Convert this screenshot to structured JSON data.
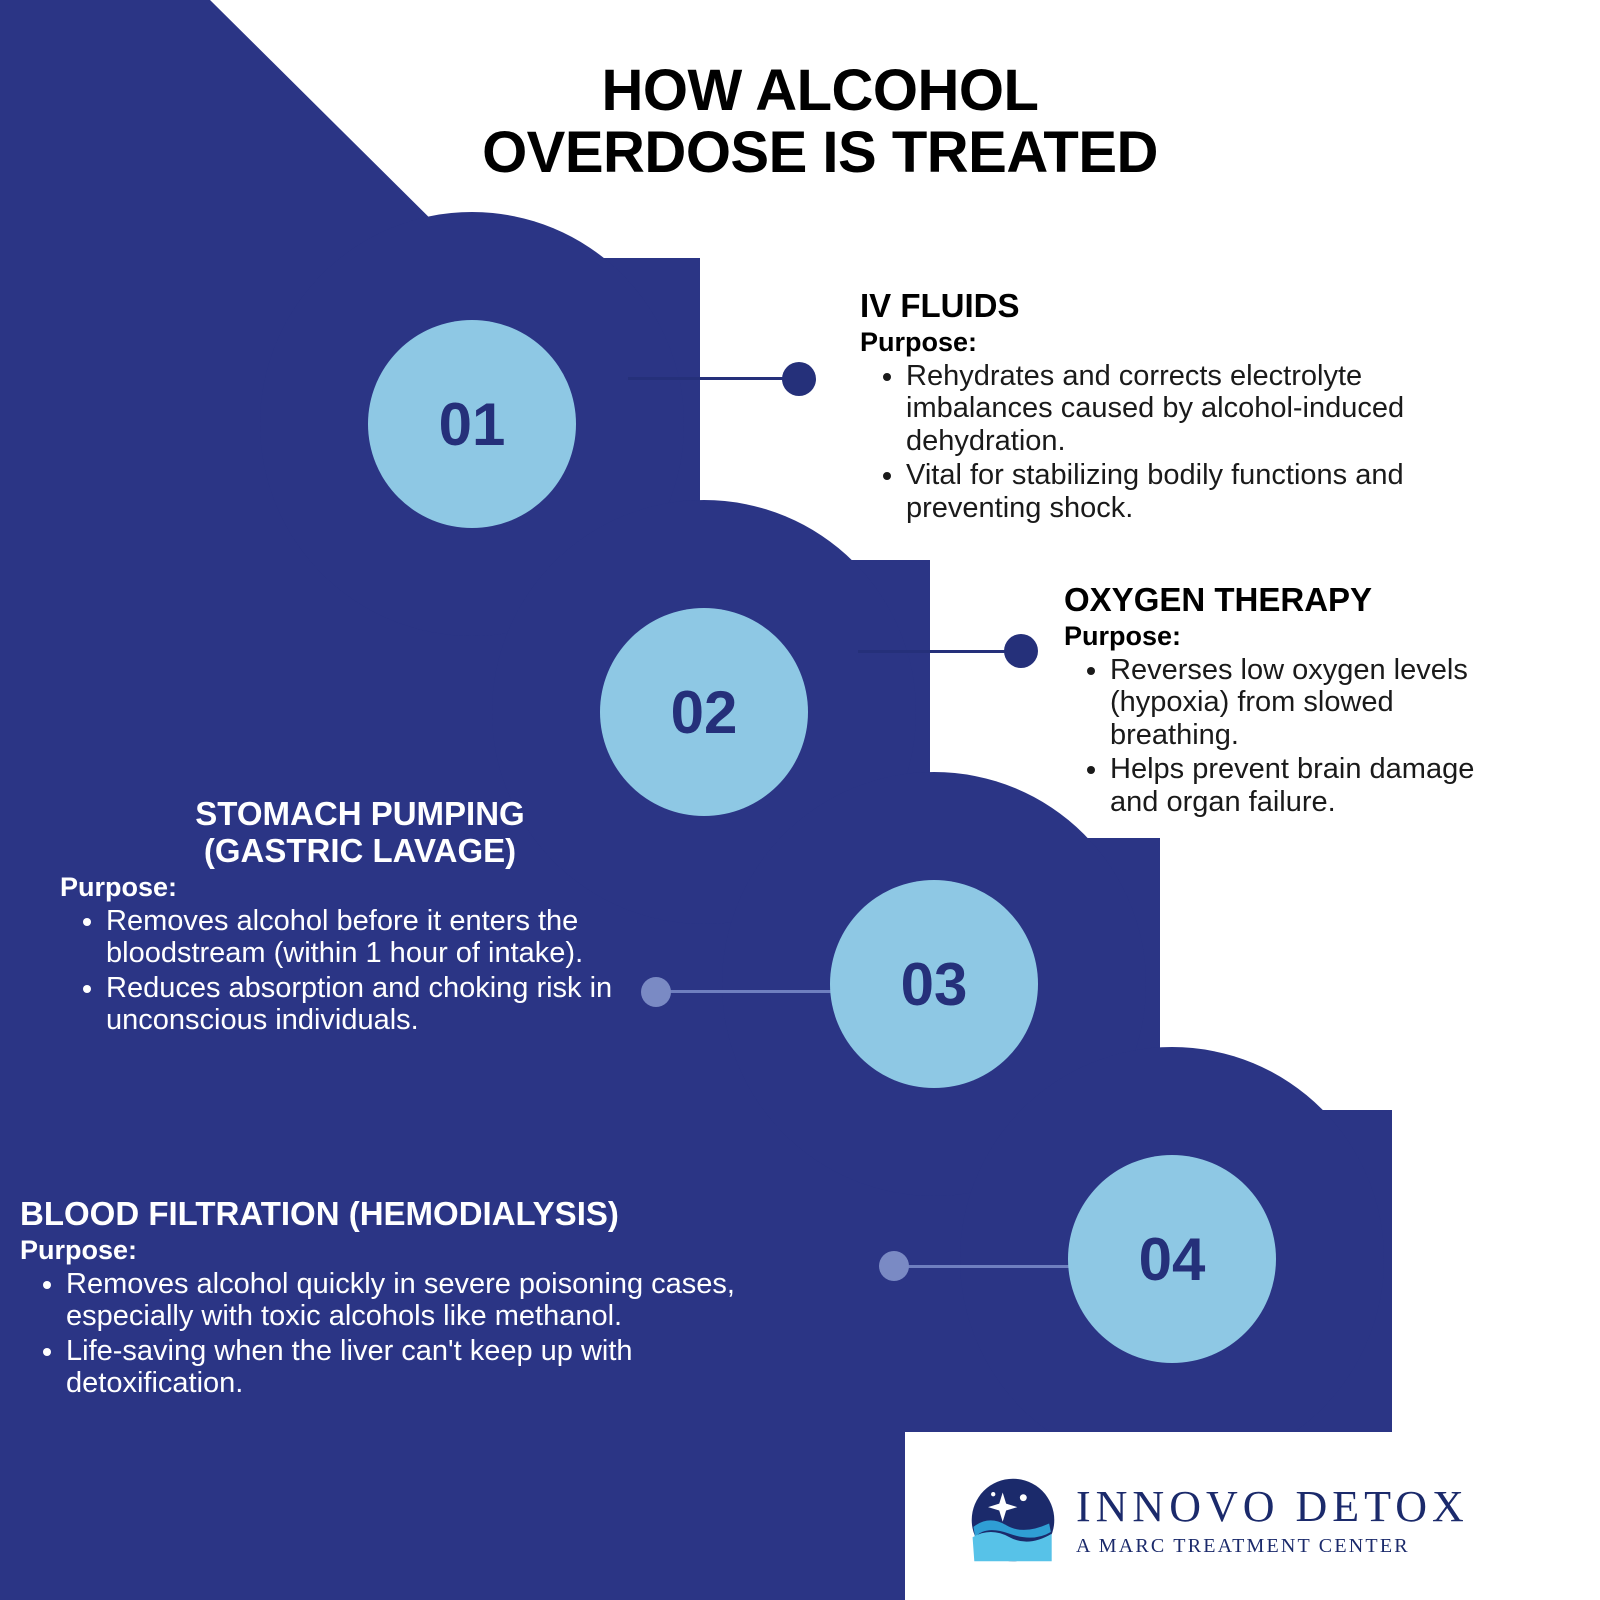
{
  "page": {
    "title_line1": "HOW ALCOHOL",
    "title_line2": "OVERDOSE IS TREATED"
  },
  "colors": {
    "navy": "#2b3585",
    "deep_navy": "#25307a",
    "light_blue": "#8ec8e4",
    "line_light": "#7a8ac4",
    "white": "#ffffff"
  },
  "steps": [
    {
      "number": "01",
      "heading": "IV FLUIDS",
      "purpose_label": "Purpose:",
      "bullets": [
        "Rehydrates and corrects electrolyte imbalances caused by alcohol-induced dehydration.",
        "Vital for stabilizing bodily functions and preventing shock."
      ]
    },
    {
      "number": "02",
      "heading": "OXYGEN THERAPY",
      "purpose_label": "Purpose:",
      "bullets": [
        "Reverses low oxygen levels (hypoxia) from slowed breathing.",
        " Helps prevent brain damage and organ failure."
      ]
    },
    {
      "number": "03",
      "heading_line1": "STOMACH PUMPING",
      "heading_line2": "(GASTRIC LAVAGE)",
      "purpose_label": "Purpose:",
      "bullets": [
        "Removes alcohol before it enters the bloodstream (within 1 hour of intake).",
        "Reduces absorption and choking risk in unconscious individuals."
      ]
    },
    {
      "number": "04",
      "heading": "BLOOD FILTRATION (HEMODIALYSIS)",
      "purpose_label": "Purpose:",
      "bullets": [
        "Removes alcohol quickly in severe poisoning cases, especially with toxic alcohols like methanol.",
        "Life-saving when the liver can't keep up with detoxification."
      ]
    }
  ],
  "logo": {
    "name": "INNOVO DETOX",
    "subtitle": "A MARC TREATMENT CENTER",
    "mark": "wave-star-circle-icon"
  }
}
